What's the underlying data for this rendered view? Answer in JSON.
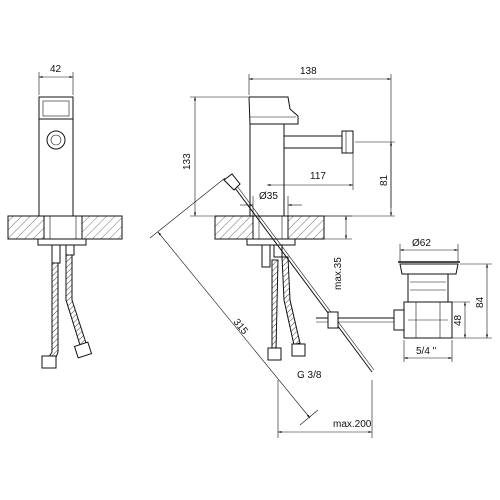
{
  "dimensions": {
    "front_width": "42",
    "total_length": "138",
    "height": "133",
    "spout_reach": "117",
    "spout_height": "81",
    "hole_diameter": "Ø35",
    "diagonal_hose": "315",
    "max_thickness": "max.35",
    "connection": "G 3/8",
    "pull_rod_max": "max.200",
    "waste_diameter": "Ø62",
    "waste_thread": "5/4 \"",
    "waste_height_48": "48",
    "waste_height_84": "84"
  }
}
